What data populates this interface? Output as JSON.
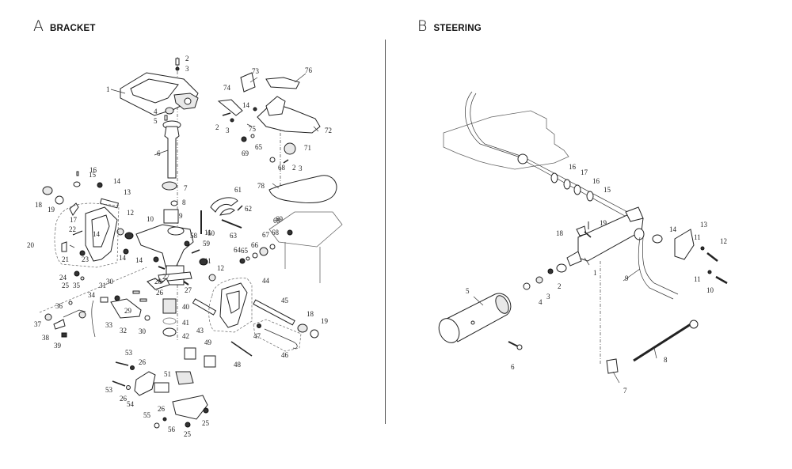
{
  "sections": [
    {
      "letter": "A",
      "name": "BRACKET"
    },
    {
      "letter": "B",
      "name": "STEERING"
    }
  ],
  "bracket_callouts": [
    "1",
    "2",
    "3",
    "4",
    "5",
    "6",
    "7",
    "8",
    "9",
    "10",
    "11",
    "12",
    "13",
    "14",
    "14",
    "14",
    "14",
    "15",
    "16",
    "17",
    "18",
    "19",
    "20",
    "21",
    "22",
    "23",
    "24",
    "25",
    "26",
    "27",
    "27",
    "28",
    "29",
    "30",
    "30",
    "31",
    "32",
    "33",
    "34",
    "35",
    "36",
    "37",
    "38",
    "39",
    "40",
    "41",
    "42",
    "43",
    "44",
    "45",
    "18",
    "19",
    "46",
    "47",
    "48",
    "49",
    "51",
    "53",
    "53",
    "26",
    "26",
    "54",
    "55",
    "26",
    "56",
    "25",
    "25",
    "58",
    "59",
    "60",
    "61",
    "62",
    "63",
    "64",
    "65",
    "66",
    "67",
    "68",
    "69",
    "11",
    "12",
    "73",
    "74",
    "76",
    "14",
    "2",
    "3",
    "75",
    "72",
    "65",
    "69",
    "71",
    "68",
    "2",
    "3",
    "78",
    "69"
  ],
  "steering_callouts": [
    "1",
    "2",
    "3",
    "4",
    "5",
    "6",
    "7",
    "8",
    "9",
    "10",
    "11",
    "11",
    "12",
    "13",
    "14",
    "15",
    "16",
    "16",
    "17",
    "18",
    "19"
  ]
}
